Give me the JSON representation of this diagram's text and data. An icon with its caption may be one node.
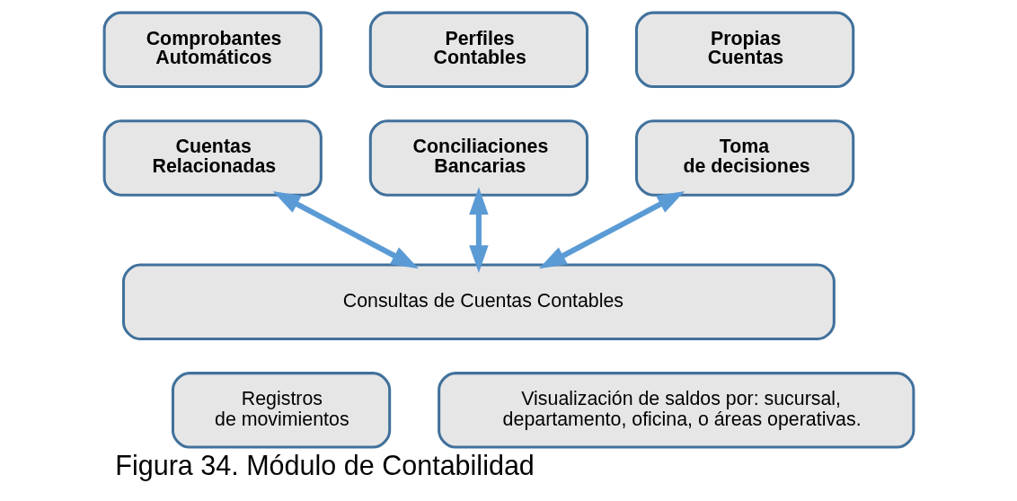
{
  "diagram": {
    "caption": "Figura 34. Módulo de Contabilidad",
    "nodes": [
      {
        "text": [
          "Comprobantes Automáticos"
        ]
      },
      {
        "text": [
          "Perfiles Contables"
        ]
      },
      {
        "text": [
          "Propias Cuentas"
        ]
      },
      {
        "text": [
          "Cuentas Relacionadas"
        ]
      },
      {
        "text": [
          "Conciliaciones Bancarias"
        ]
      },
      {
        "text": [
          "Toma de decisiones"
        ]
      },
      {
        "text": [
          "Consultas de Cuentas Contables"
        ]
      },
      {
        "text": [
          "Registros de movimientos"
        ]
      },
      {
        "text": [
          "Visualización de saldos por: sucursal, departamento, oficina, o áreas operativas."
        ]
      }
    ],
    "edges": [
      {
        "from": 3,
        "to": 6,
        "arrow": "both"
      },
      {
        "from": 4,
        "to": 6,
        "arrow": "both"
      },
      {
        "from": 5,
        "to": 6,
        "arrow": "both"
      }
    ]
  }
}
